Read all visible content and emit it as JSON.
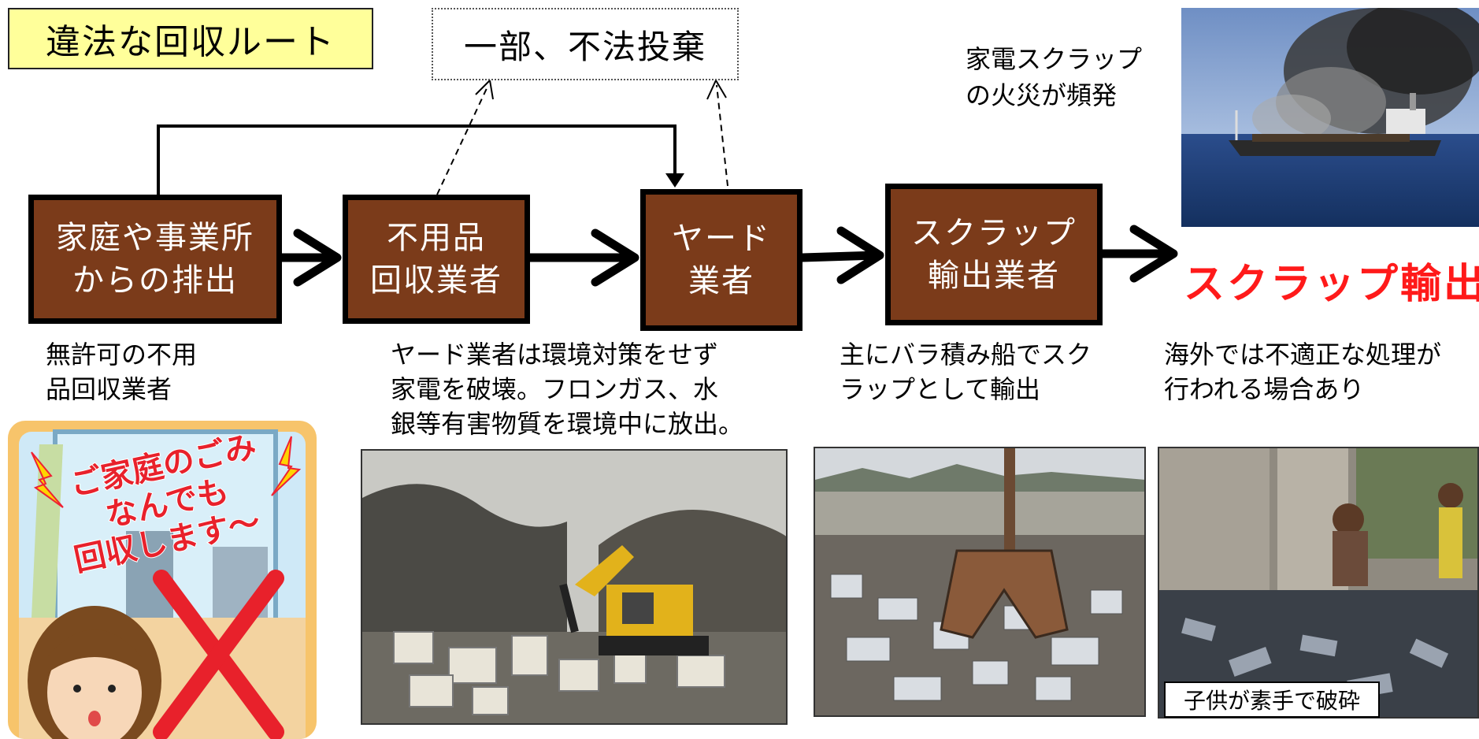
{
  "title": "違法な回収ルート",
  "dump_label": "一部、不法投棄",
  "fire_note": [
    "家電スクラップ",
    "の火災が頻発"
  ],
  "nodes": {
    "household": [
      "家庭や事業所",
      "からの排出"
    ],
    "collector": [
      "不用品",
      "回収業者"
    ],
    "yard": [
      "ヤード",
      "業者"
    ],
    "exporter": [
      "スクラップ",
      "輸出業者"
    ]
  },
  "export_label": "スクラップ輸出",
  "notes": {
    "unlicensed": [
      "無許可の不用",
      "品回収業者"
    ],
    "yard": [
      "ヤード業者は環境対策をせず",
      "家電を破壊。フロンガス、水",
      "銀等有害物質を環境中に放出。"
    ],
    "ship": [
      "主にバラ積み船でスク",
      "ラップとして輸出"
    ],
    "overseas": [
      "海外では不適正な処理が",
      "行われる場合あり"
    ]
  },
  "illustration": {
    "speech": [
      "ご家庭のごみ",
      "なんでも",
      "回収します〜"
    ]
  },
  "child_caption": "子供が素手で破砕",
  "colors": {
    "node_fill": "#7b3b1a",
    "title_fill": "#ffff9a",
    "export_red": "#ff1a1a"
  }
}
